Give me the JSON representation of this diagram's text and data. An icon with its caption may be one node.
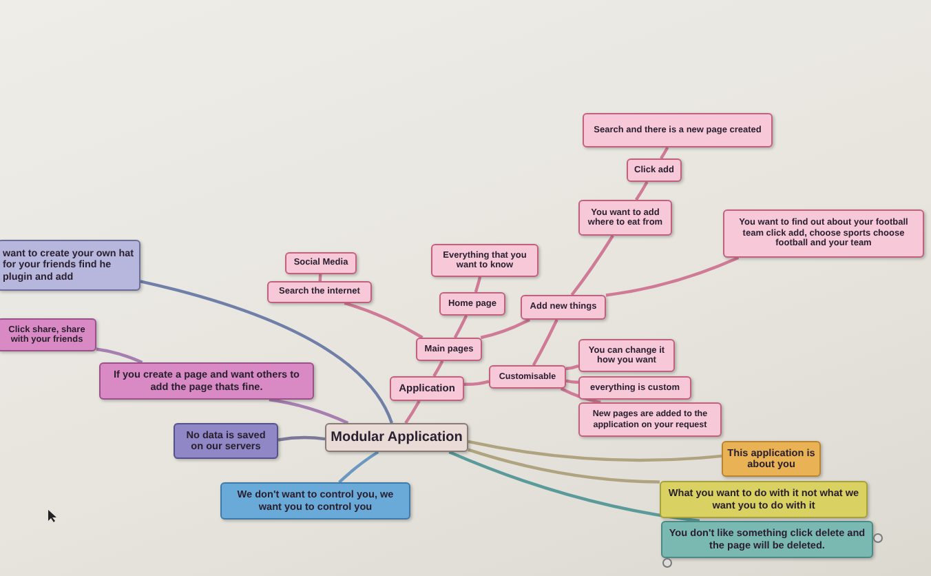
{
  "diagram": {
    "nodes": [
      {
        "text": [
          "Modular Application"
        ]
      },
      {
        "text": [
          "Application"
        ]
      },
      {
        "text": [
          "Main pages"
        ]
      },
      {
        "text": [
          "Social Media"
        ]
      },
      {
        "text": [
          "Search the internet"
        ]
      },
      {
        "text": [
          "Home page"
        ]
      },
      {
        "text": [
          "Everything that you want to know"
        ]
      },
      {
        "text": [
          "Add new things"
        ]
      },
      {
        "text": [
          "You want to add where to eat from"
        ]
      },
      {
        "text": [
          "Click add"
        ]
      },
      {
        "text": [
          "Search and there is a new page created"
        ]
      },
      {
        "text": [
          "You want to find out about your football team click add, choose sports choose football and your team"
        ]
      },
      {
        "text": [
          "Customisable"
        ]
      },
      {
        "text": [
          "You can change it how you want"
        ]
      },
      {
        "text": [
          "everything is custom"
        ]
      },
      {
        "text": [
          "New pages are added to the application on your request"
        ]
      },
      {
        "text": [
          "If you create a page and want others to add the page thats fine."
        ]
      },
      {
        "text": [
          "Click share, share with your friends"
        ]
      },
      {
        "text": [
          "want to create your own hat for your friends find he plugin and add"
        ]
      },
      {
        "text": [
          "No data is saved on our servers"
        ]
      },
      {
        "text": [
          "We don't want to control you, we want you to control you"
        ]
      },
      {
        "text": [
          "This application is about you"
        ]
      },
      {
        "text": [
          "What you want to do with it not what we want you to do with it"
        ]
      },
      {
        "text": [
          "You don't like something click delete and the page will be deleted."
        ]
      }
    ],
    "edges": [
      {
        "from": 0,
        "to": 1,
        "arrow": "none"
      },
      {
        "from": 1,
        "to": 2,
        "arrow": "none"
      },
      {
        "from": 4,
        "to": 3,
        "arrow": "none"
      },
      {
        "from": 2,
        "to": 4,
        "arrow": "none"
      },
      {
        "from": 2,
        "to": 5,
        "arrow": "none"
      },
      {
        "from": 5,
        "to": 6,
        "arrow": "none"
      },
      {
        "from": 2,
        "to": 7,
        "arrow": "none"
      },
      {
        "from": 7,
        "to": 8,
        "arrow": "none"
      },
      {
        "from": 8,
        "to": 9,
        "arrow": "none"
      },
      {
        "from": 9,
        "to": 10,
        "arrow": "none"
      },
      {
        "from": 7,
        "to": 11,
        "arrow": "none"
      },
      {
        "from": 1,
        "to": 12,
        "arrow": "none"
      },
      {
        "from": 12,
        "to": 7,
        "arrow": "none"
      },
      {
        "from": 12,
        "to": 13,
        "arrow": "none"
      },
      {
        "from": 12,
        "to": 14,
        "arrow": "none"
      },
      {
        "from": 12,
        "to": 15,
        "arrow": "none"
      },
      {
        "from": 0,
        "to": 16,
        "arrow": "none",
        "color": "#a67fb0"
      },
      {
        "from": 16,
        "to": 17,
        "arrow": "none",
        "color": "#a67fb0"
      },
      {
        "from": 0,
        "to": 18,
        "arrow": "none",
        "color": "#6f7fa8"
      },
      {
        "from": 0,
        "to": 19,
        "arrow": "none",
        "color": "#7a7a98"
      },
      {
        "from": 0,
        "to": 20,
        "arrow": "none",
        "color": "#6a98c0"
      },
      {
        "from": 0,
        "to": 21,
        "arrow": "none",
        "color": "#b0a37f"
      },
      {
        "from": 0,
        "to": 22,
        "arrow": "none",
        "color": "#b0a37f"
      },
      {
        "from": 0,
        "to": 23,
        "arrow": "none",
        "color": "#5a9a9a"
      }
    ]
  }
}
